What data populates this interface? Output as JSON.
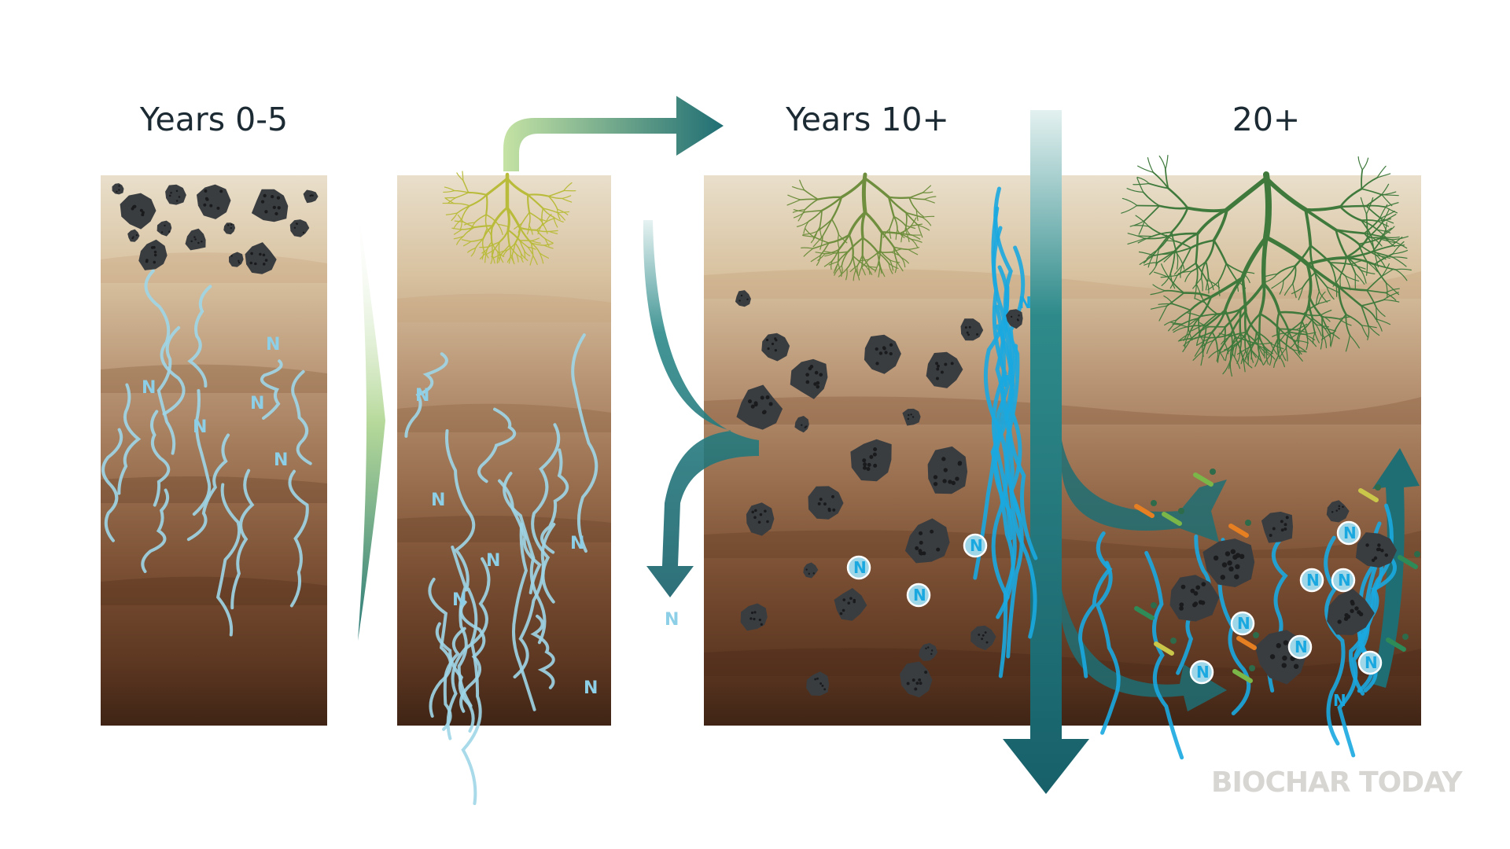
{
  "phases": [
    {
      "title": "Years 0-5"
    },
    {
      "title": "Years 10+"
    },
    {
      "title": "20+"
    }
  ],
  "nutrient_label": "N",
  "watermark": "BIOCHAR TODAY",
  "colors": {
    "topsoil": "#e9dfcb",
    "soil_mid": "#b48e6a",
    "soil_deep": "#4a2a18",
    "biochar": "#3a3d40",
    "water": "#1aa8e0",
    "water_light": "#9fd6e8",
    "arrow_teal": "#1f6e74",
    "arrow_green": "#b7d89a",
    "roots_young": "#b9bb3a",
    "roots_mature": "#3f7a3c"
  }
}
